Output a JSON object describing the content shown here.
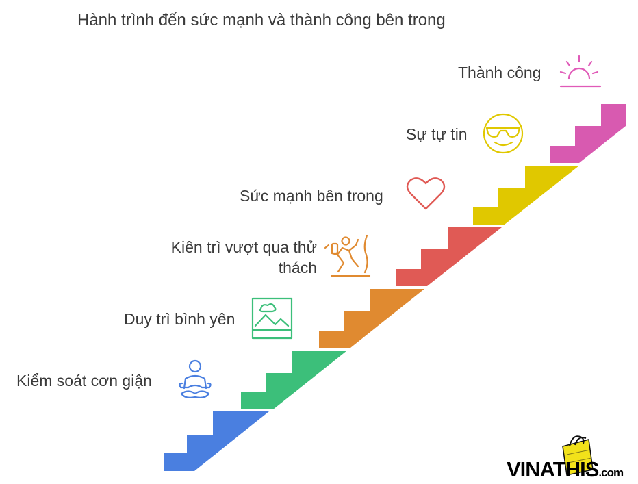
{
  "title": "Hành trình đến sức mạnh và thành công bên trong",
  "steps": [
    {
      "label": "Kiểm soát cơn giận",
      "color": "#4a7fe0",
      "icon": "meditation-icon",
      "icon_color": "#4a7fe0"
    },
    {
      "label": "Duy trì bình yên",
      "color": "#3cbf7a",
      "icon": "landscape-picture-icon",
      "icon_color": "#3cbf7a"
    },
    {
      "label_lines": [
        "Kiên trì vượt qua thử",
        "thách"
      ],
      "color": "#e08a30",
      "icon": "climber-icon",
      "icon_color": "#e08a30"
    },
    {
      "label": "Sức mạnh bên trong",
      "color": "#e05a55",
      "icon": "heart-icon",
      "icon_color": "#e05a55"
    },
    {
      "label": "Sự tự tin",
      "color": "#e0c800",
      "icon": "cool-face-icon",
      "icon_color": "#e0c800"
    },
    {
      "label": "Thành công",
      "color": "#d85ab0",
      "icon": "sunrise-icon",
      "icon_color": "#e05ab8"
    }
  ],
  "logo": {
    "main": "VINATHIS",
    "suffix": ".com"
  }
}
